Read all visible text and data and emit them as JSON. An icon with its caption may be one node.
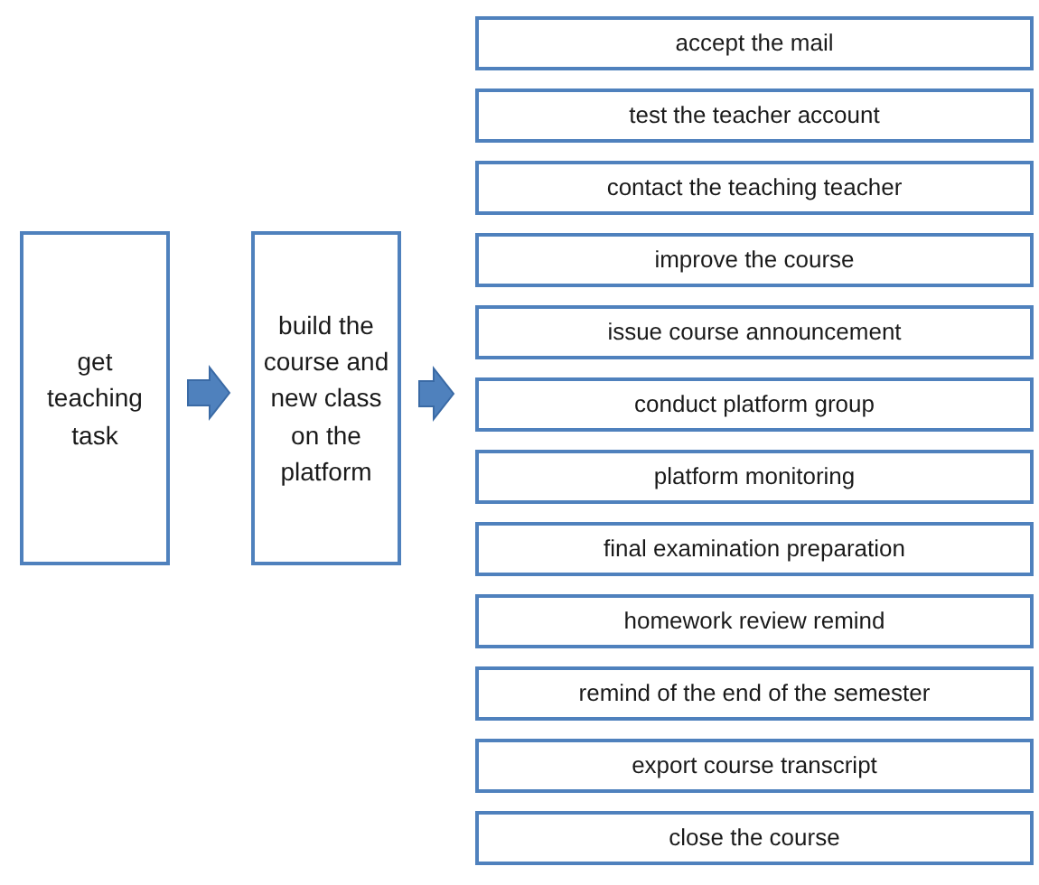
{
  "diagram": {
    "nodes": [
      {
        "text": [
          "get teaching task"
        ]
      },
      {
        "text": [
          "build the course and new class on the platform"
        ]
      },
      {
        "text": [
          "accept the mail"
        ]
      },
      {
        "text": [
          "test the teacher account"
        ]
      },
      {
        "text": [
          "contact the teaching teacher"
        ]
      },
      {
        "text": [
          "improve the course"
        ]
      },
      {
        "text": [
          "issue course announcement"
        ]
      },
      {
        "text": [
          "conduct platform group"
        ]
      },
      {
        "text": [
          "platform monitoring"
        ]
      },
      {
        "text": [
          "final examination preparation"
        ]
      },
      {
        "text": [
          "homework review remind"
        ]
      },
      {
        "text": [
          "remind of the end of the semester"
        ]
      },
      {
        "text": [
          "export course transcript"
        ]
      },
      {
        "text": [
          "close the course"
        ]
      }
    ],
    "edges": [
      {
        "from": 0,
        "to": 1,
        "arrow": "to"
      },
      {
        "from": 1,
        "to": null,
        "arrow": "to"
      }
    ]
  }
}
